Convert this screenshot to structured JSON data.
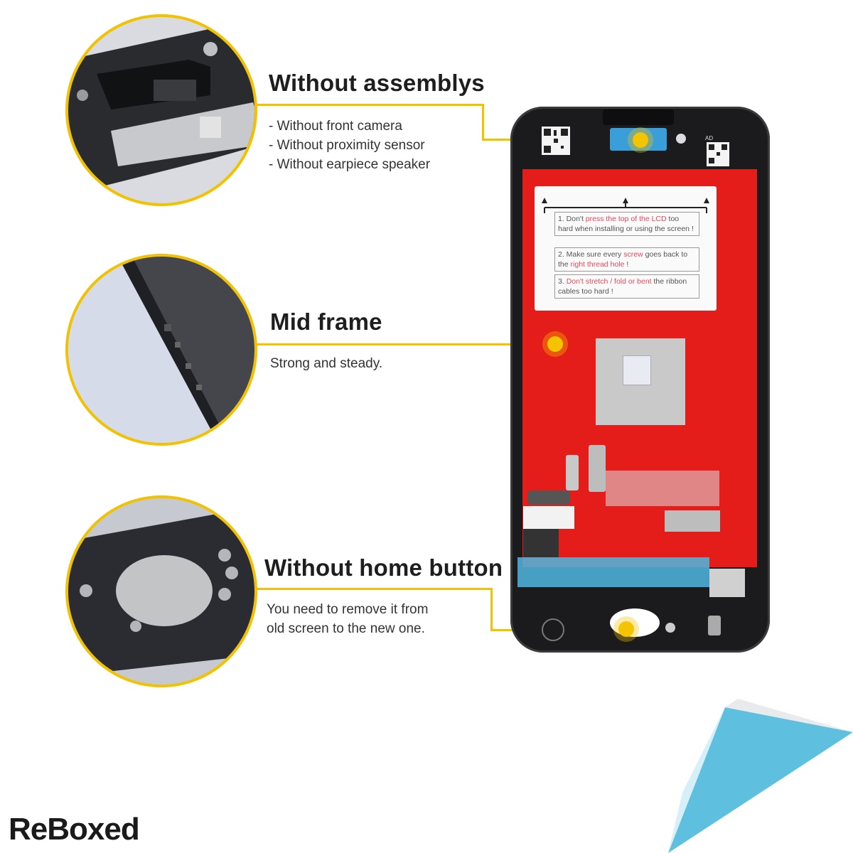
{
  "features": [
    {
      "title": "Without assemblys",
      "lines": [
        "- Without front camera",
        "- Without proximity sensor",
        "- Without earpiece speaker"
      ]
    },
    {
      "title": "Mid frame",
      "lines": [
        "Strong and steady."
      ]
    },
    {
      "title": "Without home button",
      "lines": [
        "You need to remove it from",
        "old screen to the new one."
      ]
    }
  ],
  "sticker": {
    "note1": {
      "prefix": "1. Don't",
      "red": "press the top of the LCD",
      "suffix": "too hard when installing or using the screen !"
    },
    "note2": {
      "prefix": "2. Make sure every",
      "red1": "screw",
      "mid": "goes back to the",
      "red2": "right thread hole",
      "suffix": "!"
    },
    "note3": {
      "prefix": "3.",
      "red": "Don't stretch / fold or bent",
      "suffix": "the ribbon cables too hard !"
    }
  },
  "phone_label": "AD",
  "brand": "ReBoxed",
  "colors": {
    "accent": "#f2c200",
    "screen_red": "#e41d1a",
    "corner_blue": "#5fbfdf"
  }
}
